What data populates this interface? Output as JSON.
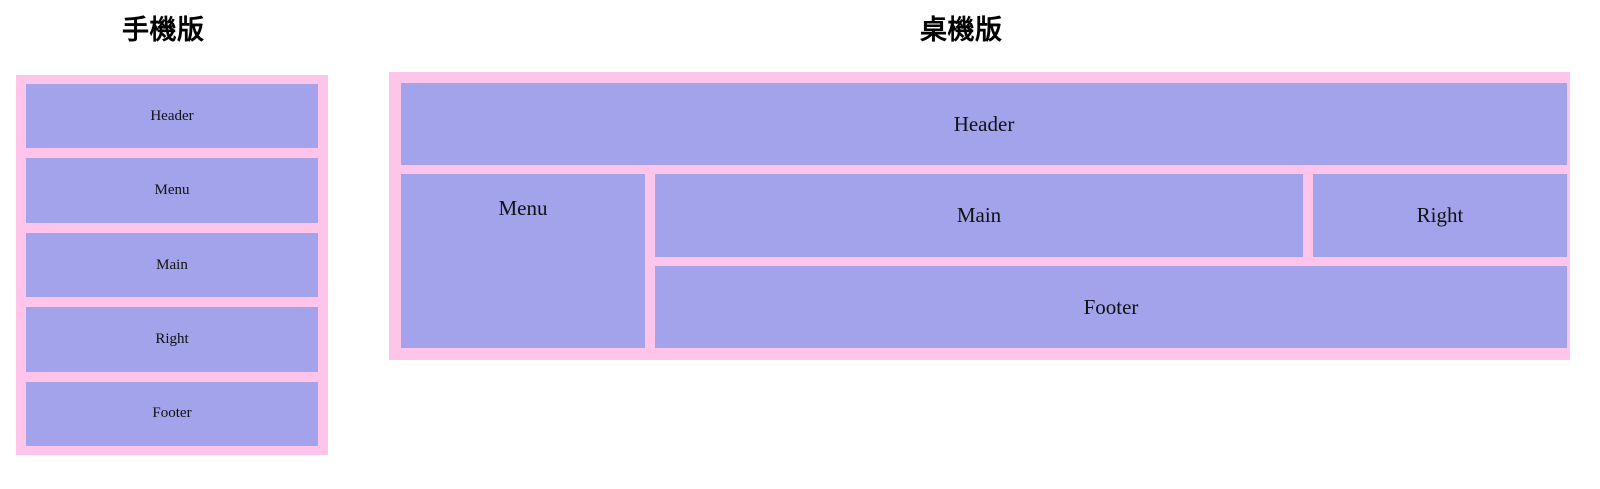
{
  "page": {
    "background_color": "#ffffff",
    "frame_border_color": "#ffc4ea",
    "block_fill_color": "#a3a3ec",
    "text_color": "#111111"
  },
  "mobile": {
    "title": "手機版",
    "blocks": [
      {
        "label": "Header"
      },
      {
        "label": "Menu"
      },
      {
        "label": "Main"
      },
      {
        "label": "Right"
      },
      {
        "label": "Footer"
      }
    ]
  },
  "desktop": {
    "title": "桌機版",
    "blocks": {
      "header": "Header",
      "menu": "Menu",
      "main": "Main",
      "right": "Right",
      "footer": "Footer"
    }
  }
}
